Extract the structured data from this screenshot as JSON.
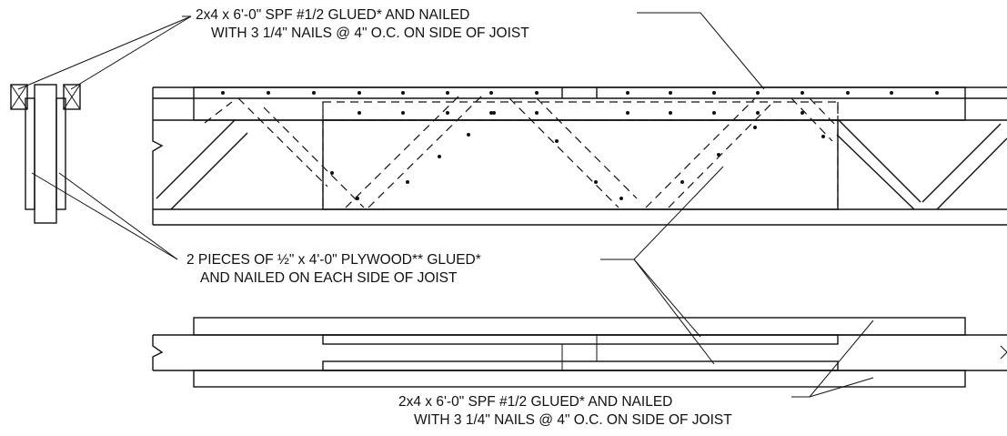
{
  "notes": {
    "top_line1": "2x4 x 6'-0\" SPF #1/2 GLUED* AND NAILED",
    "top_line2": "WITH 3 1/4\" NAILS @ 4\" O.C. ON SIDE OF JOIST",
    "mid_line1": "2 PIECES OF ½\" x 4'-0\" PLYWOOD** GLUED*",
    "mid_line2": "AND NAILED ON EACH SIDE OF JOIST",
    "bottom_line1": "2x4 x 6'-0\" SPF #1/2 GLUED* AND NAILED",
    "bottom_line2": "WITH 3 1/4\" NAILS @ 4\" O.C. ON SIDE OF JOIST"
  }
}
